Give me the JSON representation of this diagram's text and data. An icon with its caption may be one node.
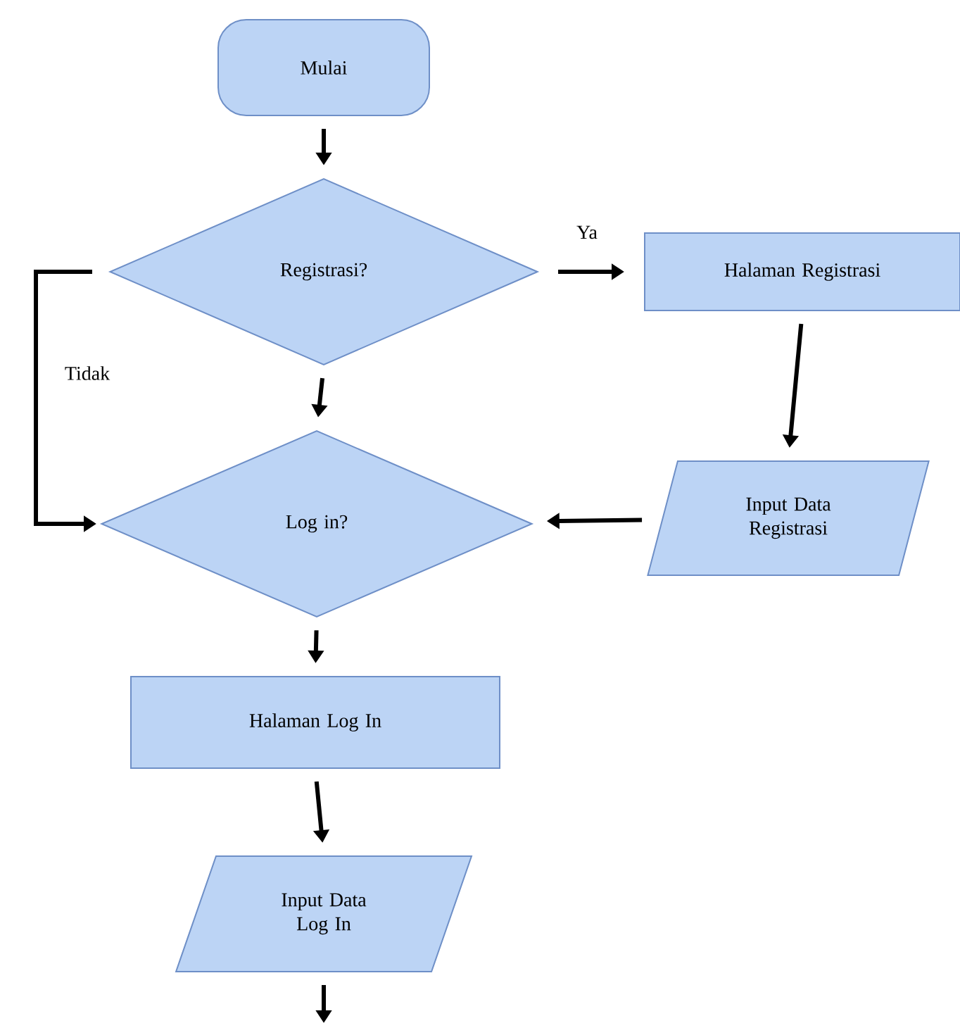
{
  "diagram": {
    "nodes": [
      {
        "text": [
          "Mulai"
        ]
      },
      {
        "text": [
          "Registrasi?"
        ]
      },
      {
        "text": [
          "Halaman Registrasi"
        ]
      },
      {
        "text": [
          "Log in?"
        ]
      },
      {
        "text": [
          "Input Data Registrasi"
        ]
      },
      {
        "text": [
          "Halaman Log In"
        ]
      },
      {
        "text": [
          "Input Data Log In"
        ]
      }
    ],
    "edges": [
      {
        "from": 0,
        "to": 1,
        "arrow": "to"
      },
      {
        "from": 1,
        "to": 2,
        "arrow": "to",
        "label": "Ya"
      },
      {
        "from": 1,
        "to": 3,
        "arrow": "to"
      },
      {
        "from": 1,
        "to": 3,
        "arrow": "to",
        "label": "Tidak"
      },
      {
        "from": 2,
        "to": 4,
        "arrow": "to"
      },
      {
        "from": 4,
        "to": 3,
        "arrow": "to"
      },
      {
        "from": 3,
        "to": 5,
        "arrow": "to"
      },
      {
        "from": 5,
        "to": 6,
        "arrow": "to"
      },
      {
        "from": 6,
        "to": null,
        "arrow": "to"
      }
    ]
  }
}
